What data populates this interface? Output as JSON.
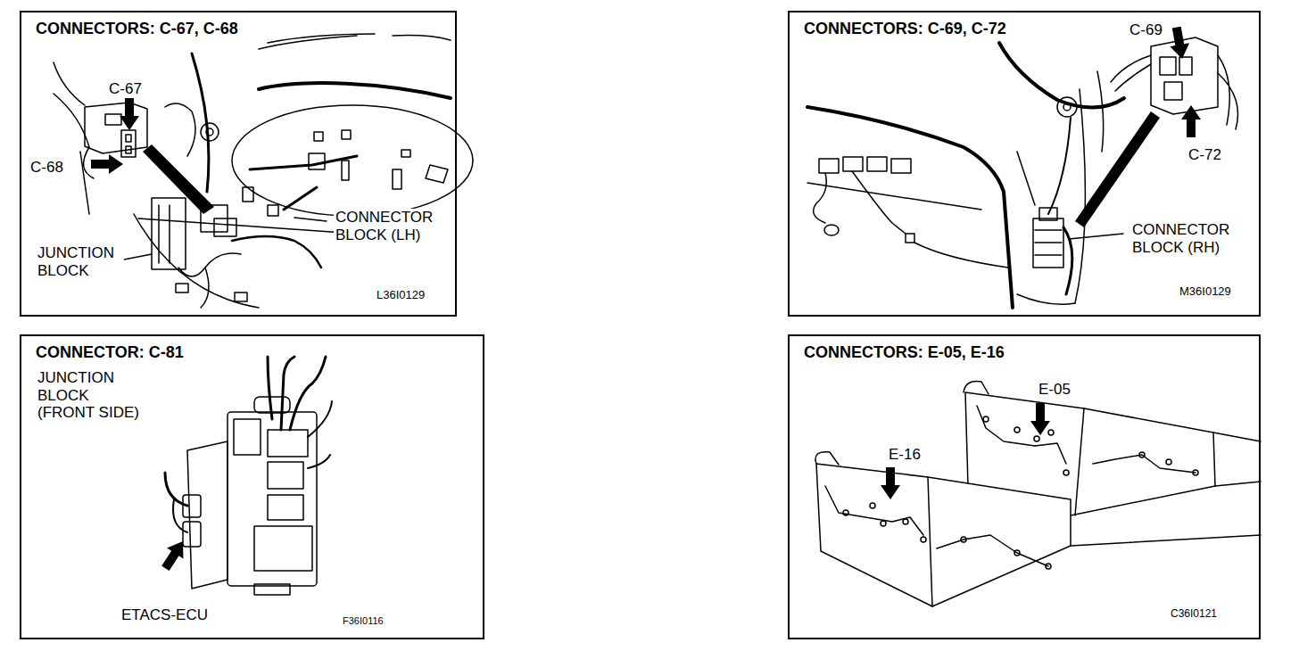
{
  "diagram": {
    "nodes": [
      {
        "text": [
          "CONNECTORS: C-67, C-68"
        ]
      },
      {
        "text": [
          "CONNECTORS: C-69, C-72"
        ]
      },
      {
        "text": [
          "CONNECTOR: C-81"
        ]
      },
      {
        "text": [
          "CONNECTORS: E-05, E-16"
        ]
      }
    ],
    "labels": [
      "C-67",
      "C-68",
      "JUNCTION BLOCK",
      "CONNECTOR BLOCK (LH)",
      "L36I0129",
      "C-69",
      "C-72",
      "CONNECTOR BLOCK (RH)",
      "M36I0129",
      "JUNCTION BLOCK (FRONT SIDE)",
      "ETACS-ECU",
      "F36I0116",
      "E-05",
      "E-16",
      "C36I0121"
    ]
  }
}
